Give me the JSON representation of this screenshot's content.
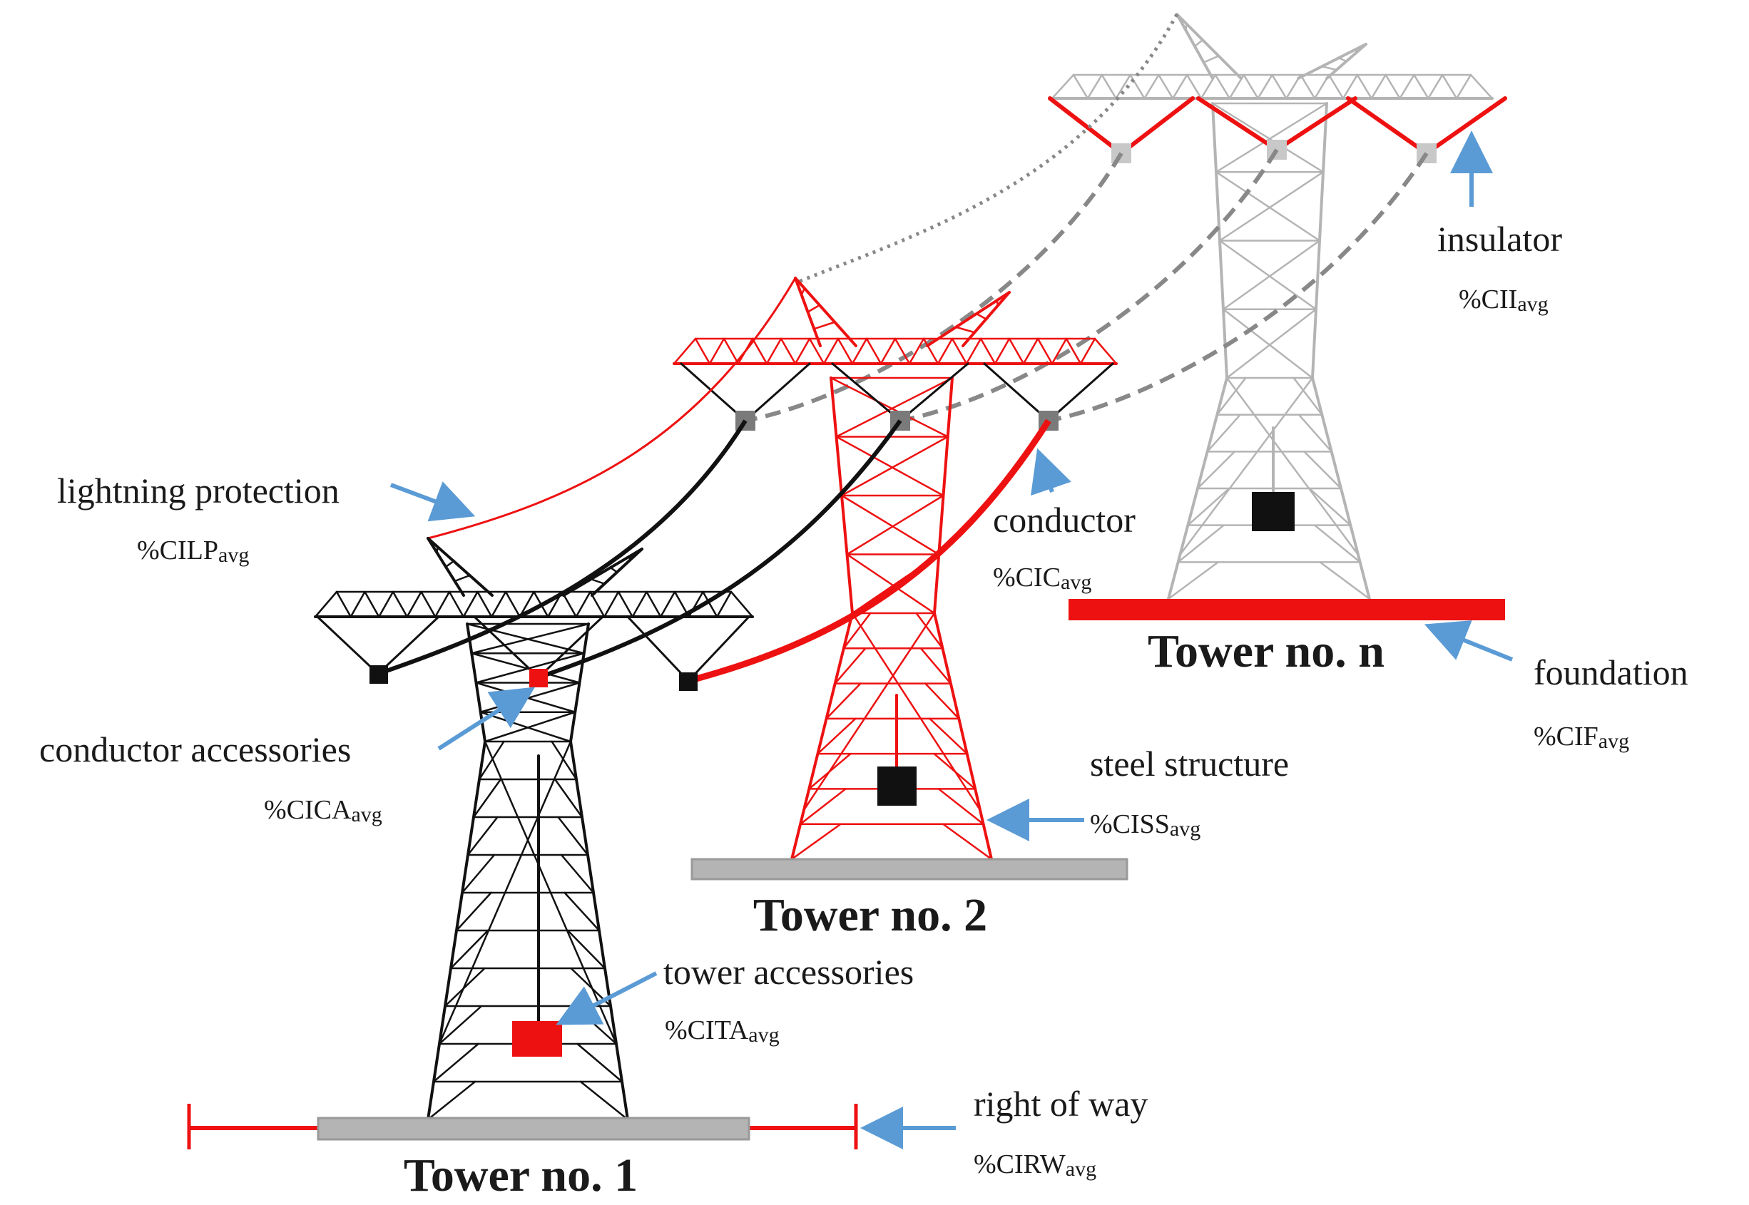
{
  "colors": {
    "tower1": "#111111",
    "tower2": "#ee1111",
    "towerN": "#b4b4b4",
    "highlight": "#ee1111",
    "arrow": "#5b9bd5",
    "base_gray": "#b4b4b4"
  },
  "towers": {
    "t1": "Tower no. 1",
    "t2": "Tower no. 2",
    "tn": "Tower no. n"
  },
  "labels": {
    "lightning": {
      "name": "lightning protection",
      "pct": "%CILP",
      "sub": "avg"
    },
    "conductor": {
      "name": "conductor",
      "pct": "%CIC",
      "sub": "avg"
    },
    "insulator": {
      "name": "insulator",
      "pct": "%CII",
      "sub": "avg"
    },
    "foundation": {
      "name": "foundation",
      "pct": "%CIF",
      "sub": "avg"
    },
    "steel": {
      "name": "steel structure",
      "pct": "%CISS",
      "sub": "avg"
    },
    "cond_acc": {
      "name": "conductor accessories",
      "pct": "%CICA",
      "sub": "avg"
    },
    "tower_acc": {
      "name": "tower accessories",
      "pct": "%CITA",
      "sub": "avg"
    },
    "row": {
      "name": "right of way",
      "pct": "%CIRW",
      "sub": "avg"
    }
  }
}
